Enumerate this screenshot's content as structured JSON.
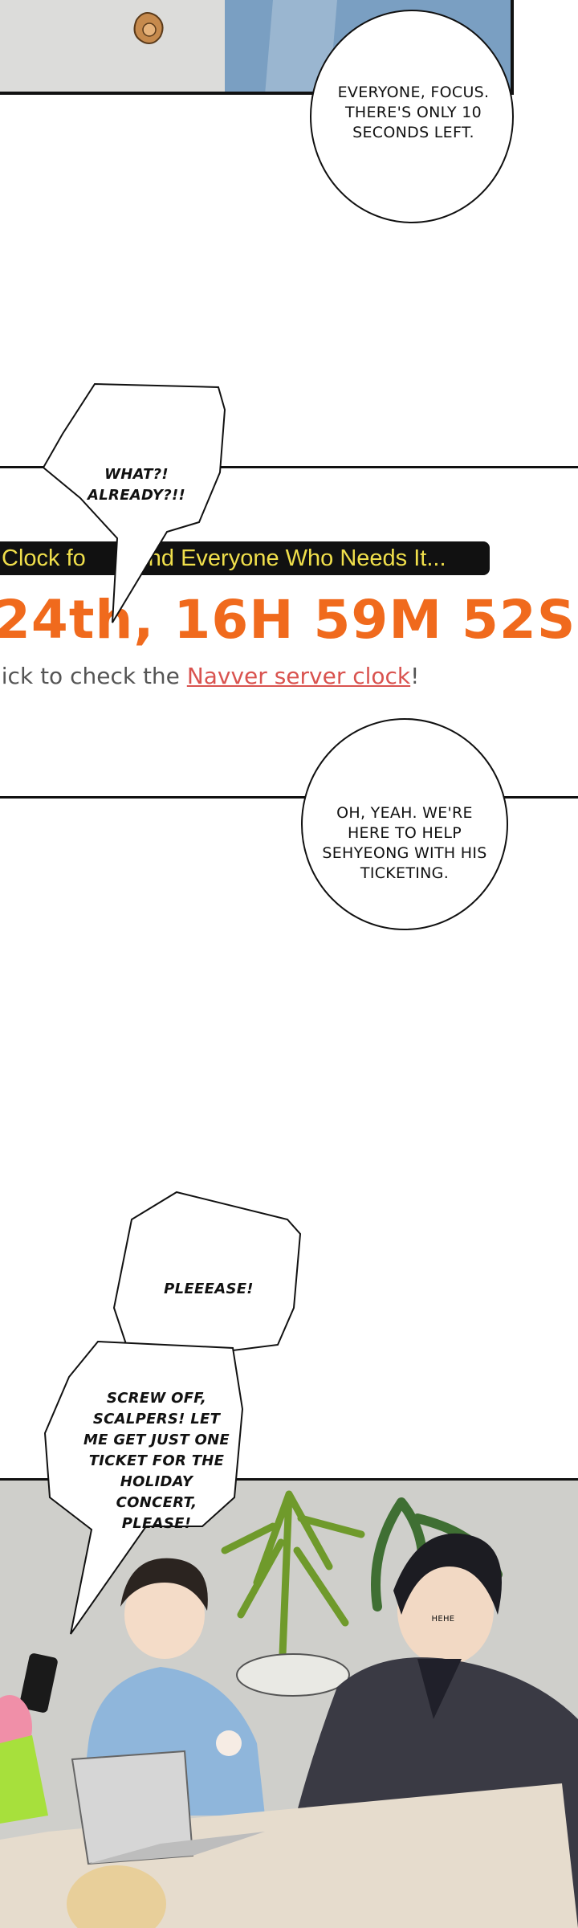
{
  "bubbles": {
    "focus": "EVERYONE, FOCUS. THERE'S ONLY 10 SECONDS LEFT.",
    "already": "WHAT?! ALREADY?!!",
    "help": "OH, YEAH. WE'RE HERE TO HELP SEHYEONG WITH HIS TICKETING.",
    "please": "PLEEEASE!",
    "scalpers": "SCREW OFF, SCALPERS! LET ME GET JUST ONE TICKET FOR THE HOLIDAY CONCERT, PLEASE!",
    "hehe": "HEHE"
  },
  "clock_site": {
    "banner": "Clock fo",
    "banner_rest": "nd Everyone Who Needs It...",
    "time": "24th, 16H 59M 52S",
    "click_prefix": "lick to check the ",
    "link_text": "Navver server clock",
    "click_suffix": "!"
  },
  "colors": {
    "banner_bg": "#111111",
    "banner_text": "#f0df4b",
    "time_text": "#f06a1d",
    "link": "#d9534f"
  }
}
